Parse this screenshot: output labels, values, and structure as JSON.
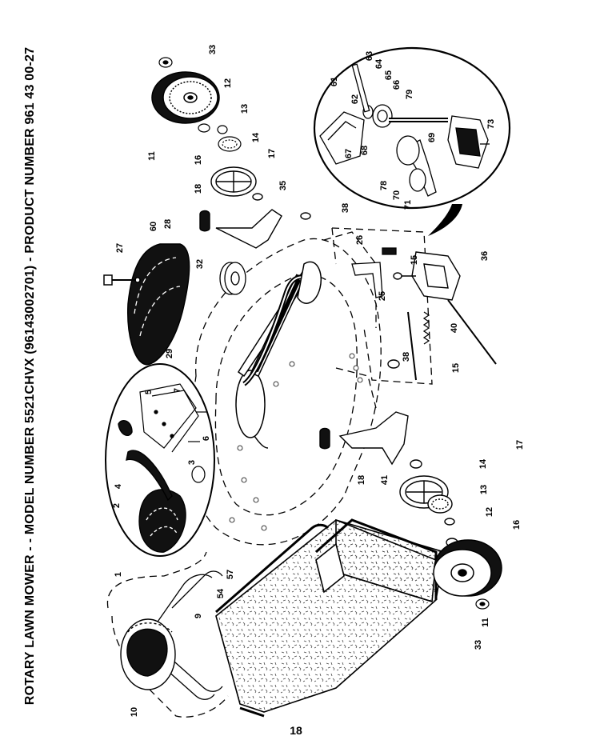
{
  "title": {
    "prefix": "ROTARY LAWN MOWER - - MODEL NUMBER ",
    "model": "5521CHVX",
    "suffix": " (96143002701) - PRODUCT NUMBER 961 43 00-27"
  },
  "page_number": "18",
  "callouts": [
    "1",
    "2",
    "3",
    "4",
    "5",
    "6",
    "7",
    "9",
    "10",
    "11",
    "11",
    "12",
    "12",
    "13",
    "13",
    "14",
    "14",
    "15",
    "15",
    "16",
    "16",
    "17",
    "17",
    "18",
    "18",
    "25",
    "26",
    "27",
    "28",
    "29",
    "32",
    "33",
    "33",
    "35",
    "36",
    "38",
    "38",
    "40",
    "41",
    "54",
    "57",
    "60",
    "61",
    "62",
    "63",
    "64",
    "65",
    "66",
    "67",
    "68",
    "69",
    "70",
    "71",
    "73",
    "78",
    "79"
  ],
  "colors": {
    "ink": "#000000",
    "paper": "#ffffff",
    "fill_dark": "#111111",
    "hatch": "#555555"
  }
}
